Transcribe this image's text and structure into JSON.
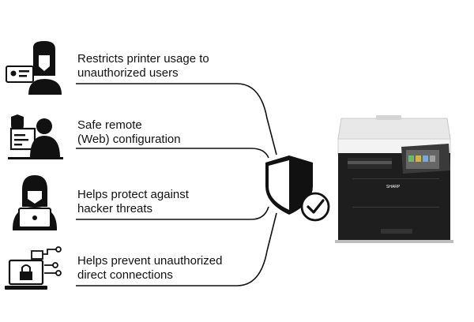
{
  "features": [
    {
      "line1": "Restricts printer usage to",
      "line2": "unauthorized users",
      "icon": "hacker-with-id-card-icon"
    },
    {
      "line1": "Safe remote",
      "line2": "(Web) configuration",
      "icon": "admin-at-desk-shield-icon"
    },
    {
      "line1": "Helps protect against",
      "line2": "hacker threats",
      "icon": "hacker-with-laptop-icon"
    },
    {
      "line1": "Helps prevent unauthorized",
      "line2": "direct connections",
      "icon": "locked-laptop-network-icon"
    }
  ],
  "center_icon": "shield-with-checkmark-icon",
  "printer": {
    "brand": "SHARP",
    "icon": "multifunction-printer-image"
  },
  "colors": {
    "ink": "#111111",
    "line": "#111111",
    "printer_body": "#1e1e1e",
    "printer_top": "#e6e6e6"
  }
}
